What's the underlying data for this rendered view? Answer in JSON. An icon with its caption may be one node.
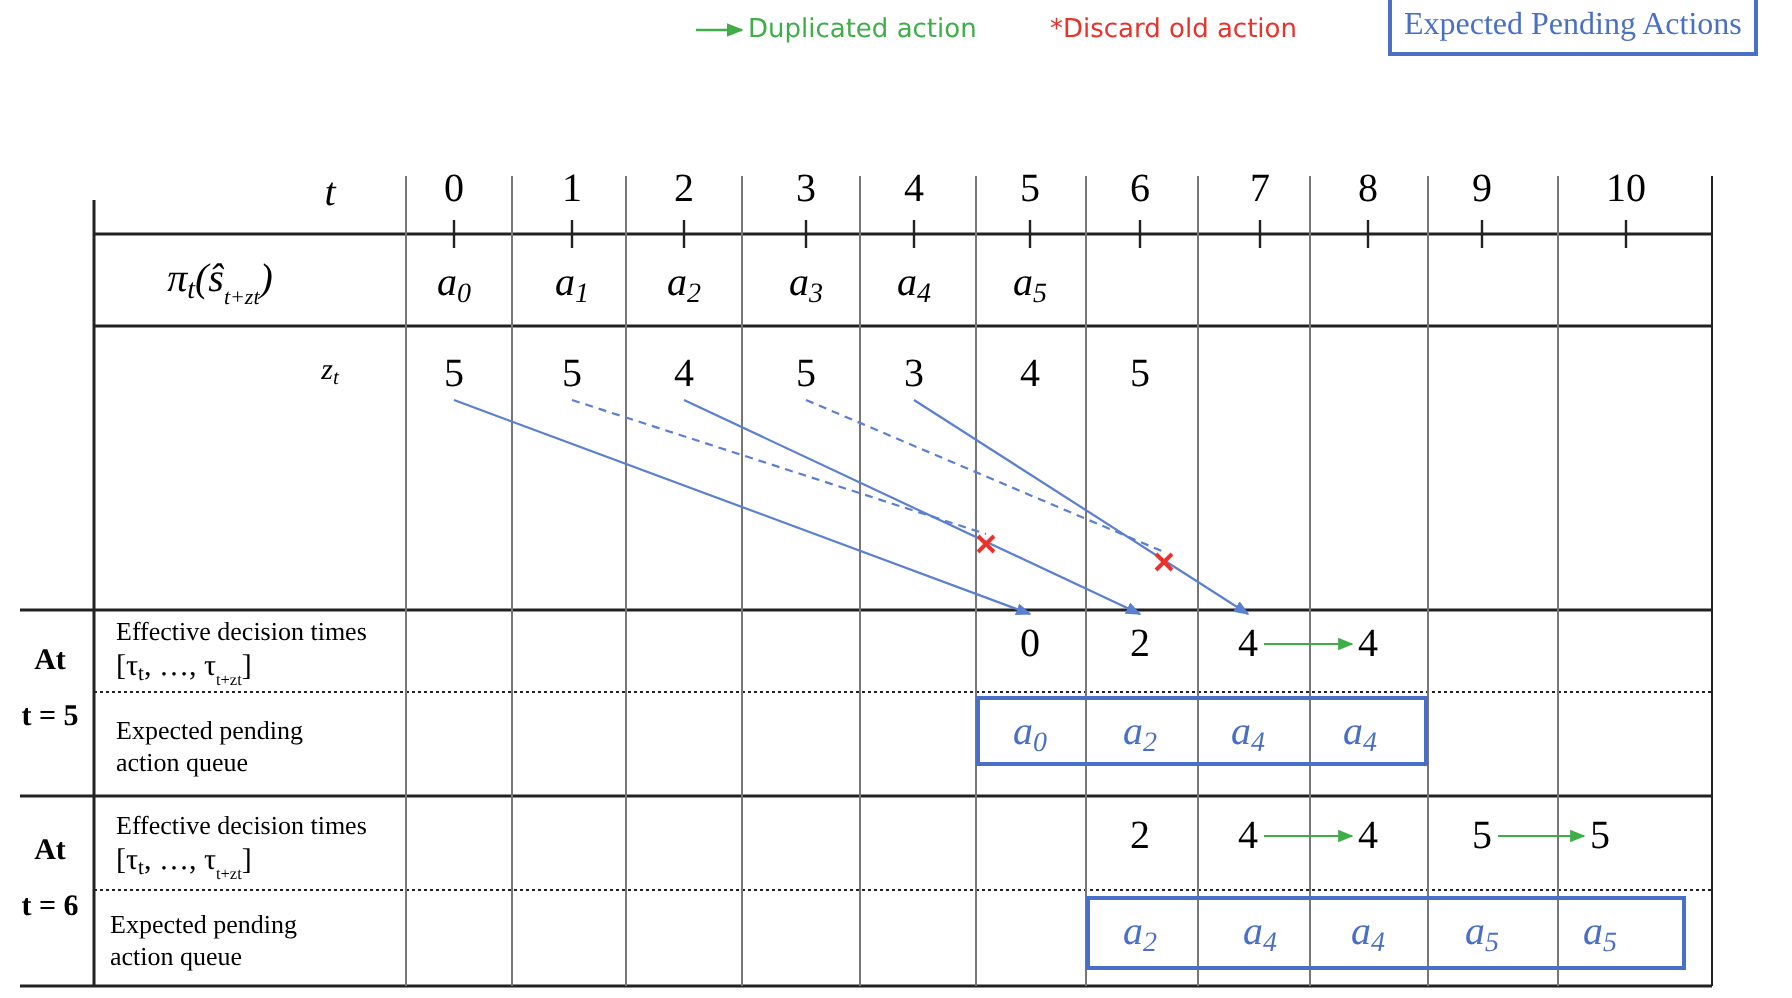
{
  "diagram": {
    "nodes": [
      {
        "text": [
          "5"
        ]
      },
      {
        "text": [
          "5"
        ]
      },
      {
        "text": [
          "4"
        ]
      },
      {
        "text": [
          "5"
        ]
      },
      {
        "text": [
          "3"
        ]
      },
      {
        "text": [
          "4"
        ]
      },
      {
        "text": [
          "5"
        ]
      },
      {
        "text": [],
        "shape": "cross"
      },
      {
        "text": [],
        "shape": "cross"
      },
      {
        "text": [
          "0"
        ]
      },
      {
        "text": [
          "2"
        ]
      },
      {
        "text": [
          "4"
        ]
      },
      {
        "text": [
          "4"
        ]
      },
      {
        "text": [],
        "shape": "box"
      },
      {
        "text": [
          "a$_{0}$"
        ],
        "in": 13
      },
      {
        "text": [
          "a$_{2}$"
        ],
        "in": 13
      },
      {
        "text": [
          "a$_{4}$"
        ],
        "in": 13
      },
      {
        "text": [
          "a$_{4}$"
        ],
        "in": 13
      },
      {
        "text": [
          "2"
        ]
      },
      {
        "text": [
          "4"
        ]
      },
      {
        "text": [
          "4"
        ]
      },
      {
        "text": [
          "5"
        ]
      },
      {
        "text": [
          "5"
        ]
      },
      {
        "text": [],
        "shape": "box"
      },
      {
        "text": [
          "a$_{2}$"
        ],
        "in": 23
      },
      {
        "text": [
          "a$_{4}$"
        ],
        "in": 23
      },
      {
        "text": [
          "a$_{4}$"
        ],
        "in": 23
      },
      {
        "text": [
          "a$_{5}$"
        ],
        "in": 23
      },
      {
        "text": [
          "a$_{5}$"
        ],
        "in": 23
      }
    ],
    "edges": [
      {
        "from": 0,
        "to": 9,
        "arrow": "to"
      },
      {
        "from": 1,
        "to": 7,
        "arrow": "none",
        "style": "dashed"
      },
      {
        "from": 2,
        "to": 10,
        "arrow": "to"
      },
      {
        "from": 3,
        "to": 8,
        "arrow": "none",
        "style": "dashed"
      },
      {
        "from": 4,
        "to": 11,
        "arrow": "to"
      },
      {
        "from": 11,
        "to": 12,
        "arrow": "to",
        "color": "#3fae49"
      },
      {
        "from": 19,
        "to": 20,
        "arrow": "to",
        "color": "#3fae49"
      },
      {
        "from": 21,
        "to": 22,
        "arrow": "to",
        "color": "#3fae49"
      }
    ],
    "labels": [
      "t",
      "0",
      "1",
      "2",
      "3",
      "4",
      "5",
      "6",
      "7",
      "8",
      "9",
      "10",
      "π$_{t}$(ŝ$_{t+z}$$_{t}$)",
      "a$_{0}$",
      "a$_{1}$",
      "a$_{2}$",
      "a$_{3}$",
      "a$_{4}$",
      "a$_{5}$",
      "z$_{t}$",
      "At",
      "t = 5",
      "Effective decision times",
      "[τ$_{t}$, …, τ$_{t+z}$$_{t}$]",
      "Expected pending action queue",
      "At",
      "t = 6",
      "Effective decision times",
      "[τ$_{t}$, …, τ$_{t+z}$$_{t}$]",
      "Expected pending action queue"
    ],
    "legend": [
      {
        "text": "Duplicated action"
      },
      {
        "text": "*Discard old action"
      },
      {
        "text": "Expected Pending Actions"
      }
    ]
  }
}
